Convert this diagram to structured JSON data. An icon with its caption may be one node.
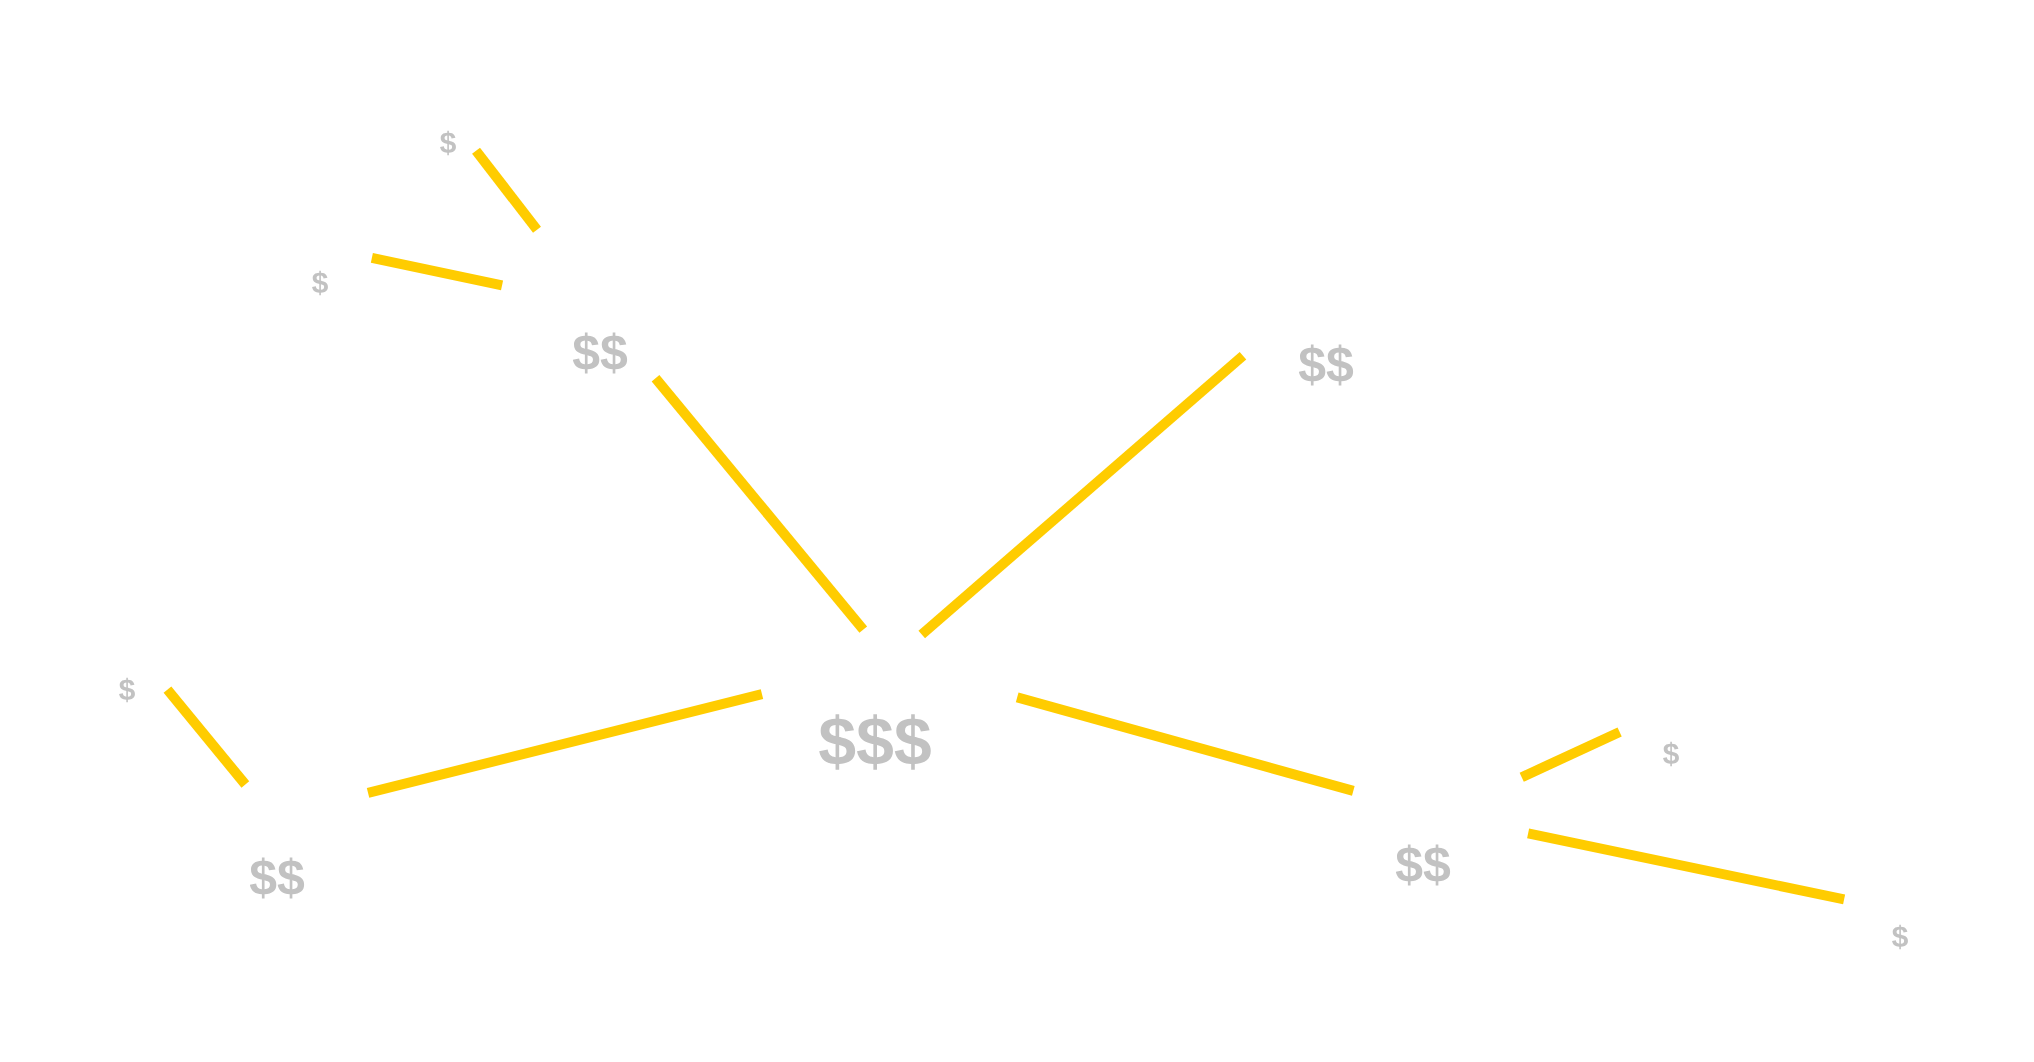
{
  "diagram": {
    "nodes": [
      {
        "text": [
          "$"
        ]
      },
      {
        "text": [
          "$"
        ]
      },
      {
        "text": [
          "$$"
        ]
      },
      {
        "text": [
          "$$"
        ]
      },
      {
        "text": [
          "$"
        ]
      },
      {
        "text": [
          "$$$"
        ]
      },
      {
        "text": [
          "$"
        ]
      },
      {
        "text": [
          "$$"
        ]
      },
      {
        "text": [
          "$$"
        ]
      },
      {
        "text": [
          "$"
        ]
      }
    ],
    "edges": [
      {
        "from": 2,
        "to": 0,
        "arrow": "none"
      },
      {
        "from": 2,
        "to": 1,
        "arrow": "none"
      },
      {
        "from": 5,
        "to": 2,
        "arrow": "none"
      },
      {
        "from": 5,
        "to": 3,
        "arrow": "none"
      },
      {
        "from": 5,
        "to": 8,
        "arrow": "none"
      },
      {
        "from": 8,
        "to": 4,
        "arrow": "none"
      },
      {
        "from": 5,
        "to": 7,
        "arrow": "none"
      },
      {
        "from": 7,
        "to": 6,
        "arrow": "none"
      },
      {
        "from": 7,
        "to": 9,
        "arrow": "none"
      }
    ]
  }
}
